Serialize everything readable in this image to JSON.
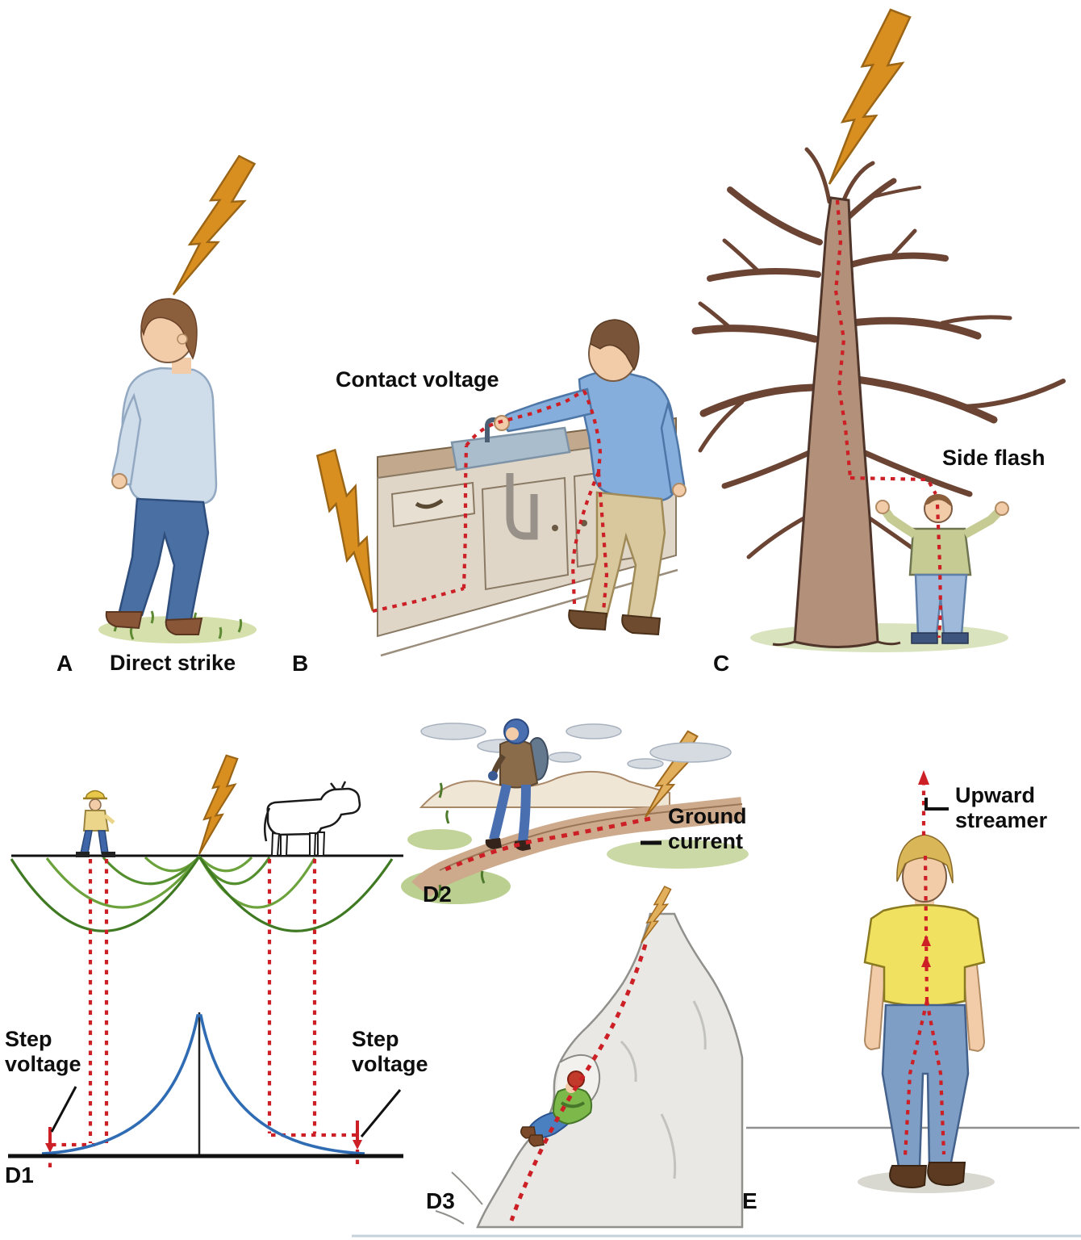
{
  "panels": {
    "a": {
      "letter": "A",
      "caption": "Direct strike"
    },
    "b": {
      "letter": "B",
      "annotation": "Contact voltage"
    },
    "c": {
      "letter": "C",
      "annotation": "Side flash"
    },
    "d1": {
      "letter": "D1",
      "step_voltage_left": "Step voltage",
      "step_voltage_right": "Step voltage"
    },
    "d2": {
      "letter": "D2",
      "annotation": "Ground current"
    },
    "d3": {
      "letter": "D3"
    },
    "e": {
      "letter": "E",
      "annotation": "Upward streamer"
    }
  },
  "colors": {
    "background": "#FFFFFF",
    "lightning_fill": "#F0C14E",
    "lightning_stroke": "#9A6516",
    "current_path_red": "#CD2026",
    "equipotential_green": "#4F8C2B",
    "voltage_curve_blue": "#2F6CB3",
    "label_text": "#0E0E0E"
  },
  "icons": {
    "lightning_bolt": "jagged golden bolt",
    "current_path": "red dashed line",
    "equipotential_arcs": "green nested arcs below ground",
    "voltage_curve": "blue cusp curve"
  }
}
